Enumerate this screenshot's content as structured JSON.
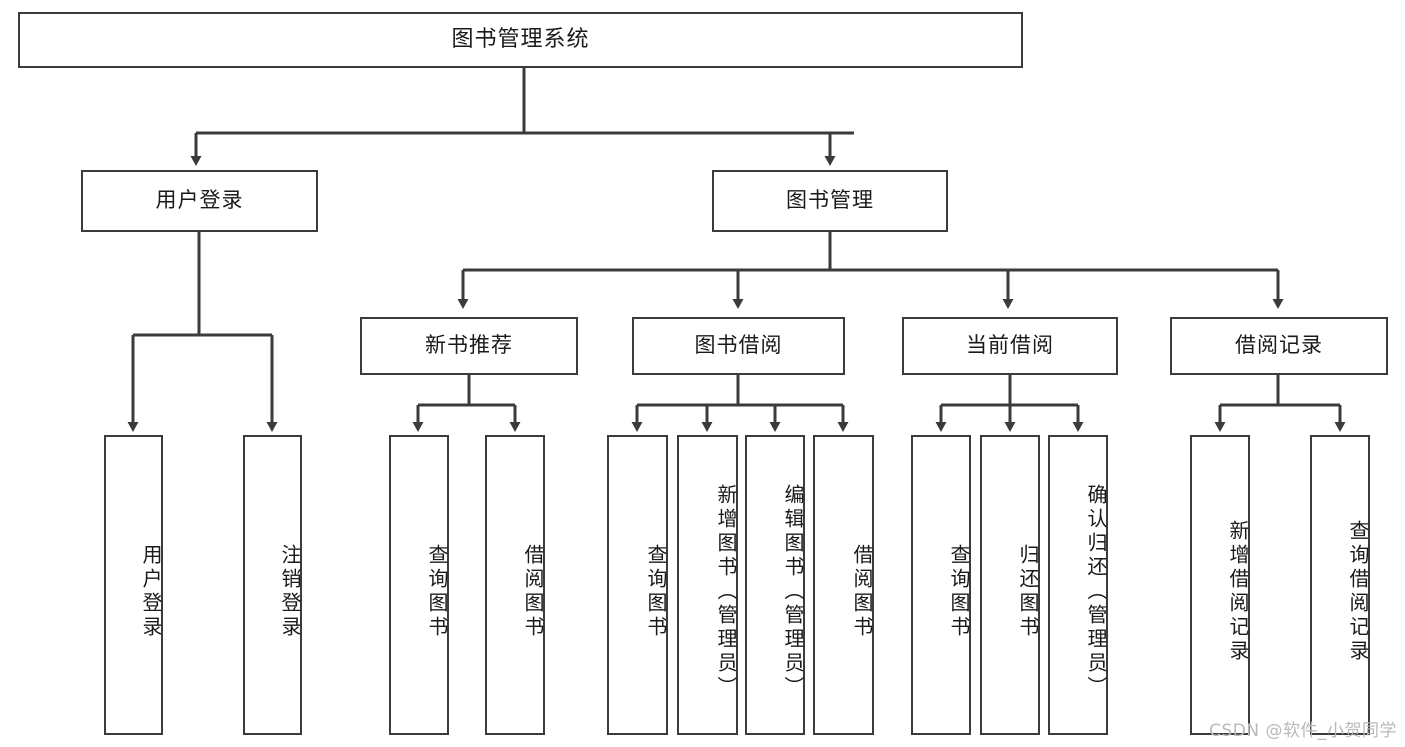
{
  "diagram": {
    "type": "tree-hierarchy-chart",
    "title": "图书管理系统",
    "watermark": "CSDN @软件_小贺同学",
    "line_color": "#3b3b3b",
    "text_color": "#1a1a1a",
    "background": "#ffffff"
  },
  "root": {
    "label": "图书管理系统"
  },
  "level2": [
    {
      "label": "用户登录"
    },
    {
      "label": "图书管理"
    }
  ],
  "level3": [
    {
      "label": "新书推荐"
    },
    {
      "label": "图书借阅"
    },
    {
      "label": "当前借阅"
    },
    {
      "label": "借阅记录"
    }
  ],
  "leaves": {
    "user_login": [
      {
        "label": "用户登录"
      },
      {
        "label": "注销登录"
      }
    ],
    "new_book_recommend": [
      {
        "label": "查询图书"
      },
      {
        "label": "借阅图书"
      }
    ],
    "book_borrow": [
      {
        "label": "查询图书"
      },
      {
        "label": "新增图书（管理员）"
      },
      {
        "label": "编辑图书（管理员）"
      },
      {
        "label": "借阅图书"
      }
    ],
    "current_borrow": [
      {
        "label": "查询图书"
      },
      {
        "label": "归还图书"
      },
      {
        "label": "确认归还（管理员）"
      }
    ],
    "borrow_record": [
      {
        "label": "新增借阅记录"
      },
      {
        "label": "查询借阅记录"
      }
    ]
  }
}
